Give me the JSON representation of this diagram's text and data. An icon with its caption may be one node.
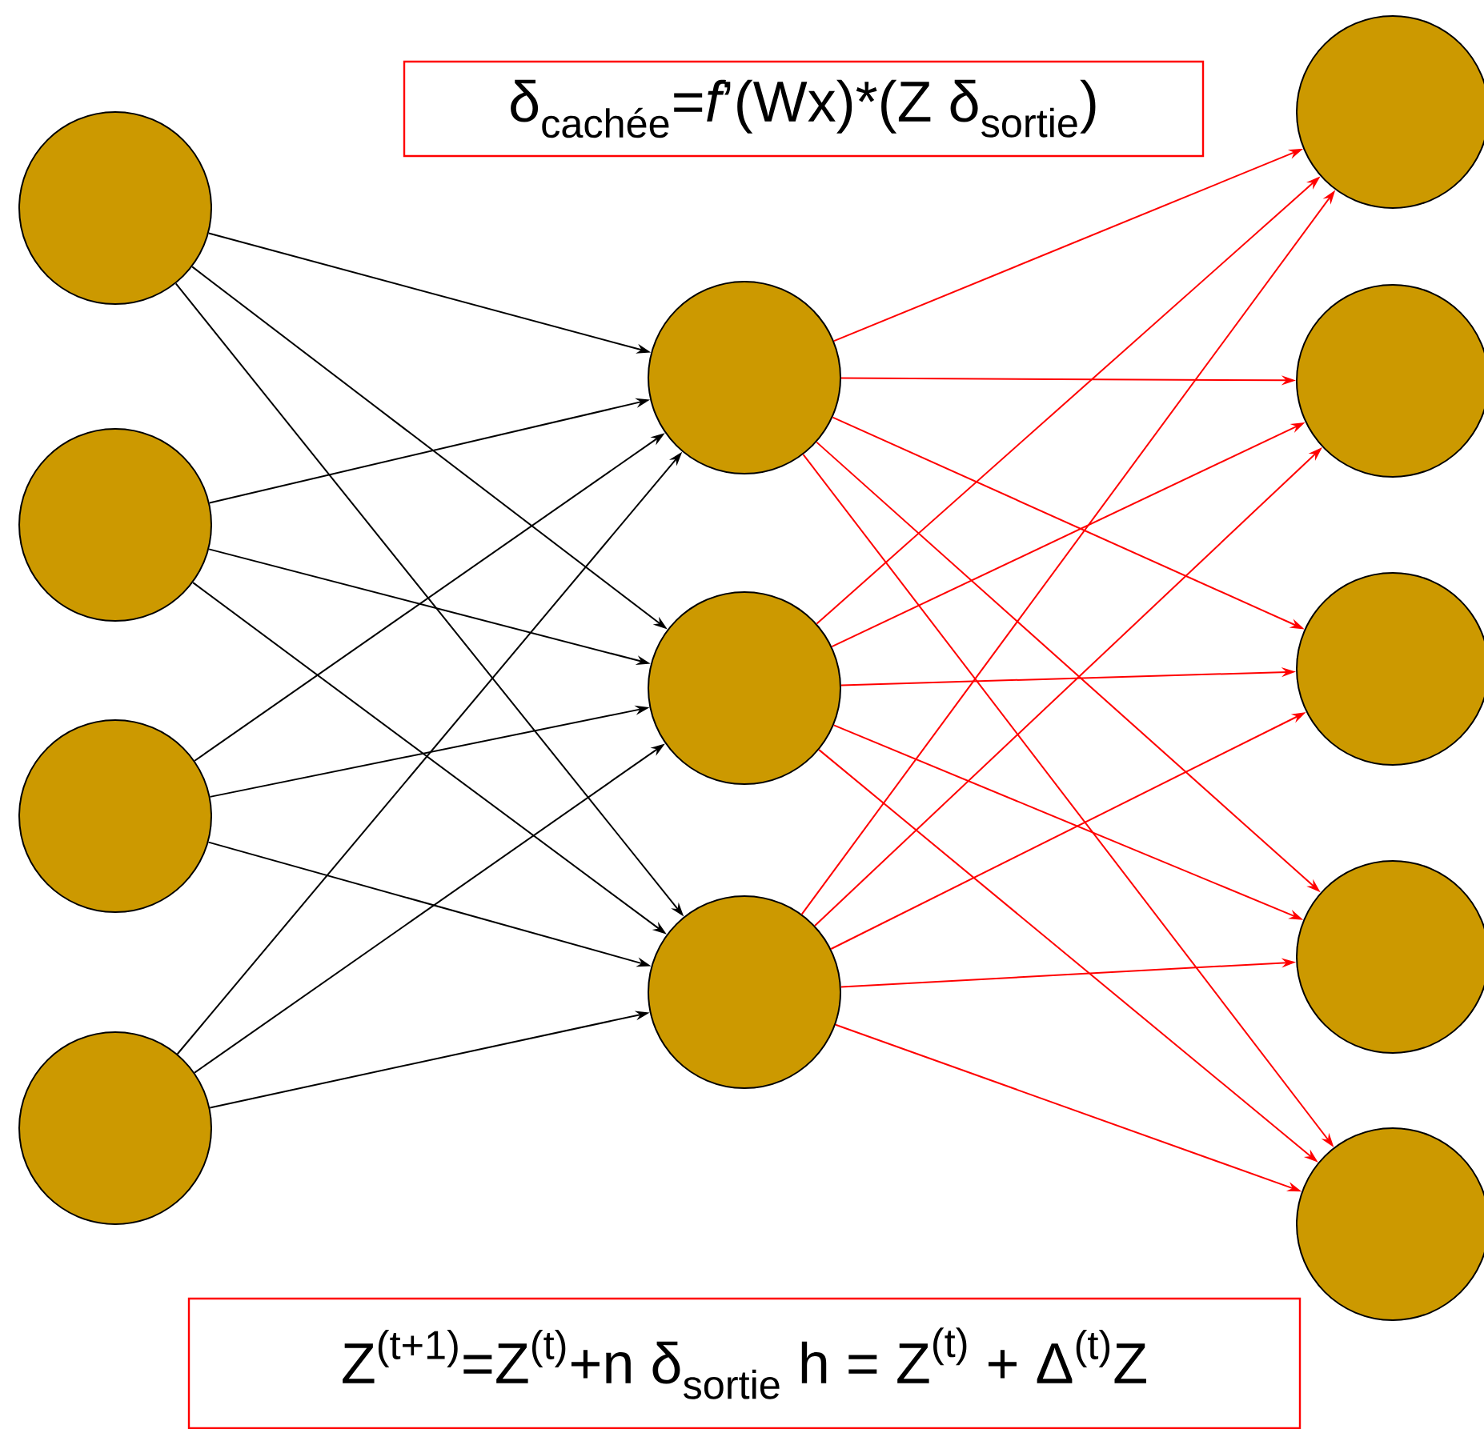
{
  "diagram": {
    "nodes": [
      {
        "text": [],
        "shape": "circle"
      },
      {
        "text": [],
        "shape": "circle"
      },
      {
        "text": [],
        "shape": "circle"
      },
      {
        "text": [],
        "shape": "circle"
      },
      {
        "text": [],
        "shape": "circle"
      },
      {
        "text": [],
        "shape": "circle"
      },
      {
        "text": [],
        "shape": "circle"
      },
      {
        "text": [],
        "shape": "circle"
      },
      {
        "text": [],
        "shape": "circle"
      },
      {
        "text": [],
        "shape": "circle"
      },
      {
        "text": [],
        "shape": "circle"
      },
      {
        "text": [],
        "shape": "circle"
      },
      {
        "text": [
          "\\text{δ}_{\\text{cachée}}\\text{=}\\textit{f}\\text{’(Wx)*(Z δ}_{\\text{sortie}}\\text{)}"
        ]
      },
      {
        "text": [
          "\\text{Z}^{\\text{(t+1)}}\\text{=Z}^{\\text{(t)}}\\text{+n δ}_{\\text{sortie}}\\text{ h = Z}^{\\text{(t)}}\\text{ + Δ}^{\\text{(t)}}\\text{Z}"
        ]
      }
    ],
    "edges": [
      {
        "from": 0,
        "to": 4,
        "arrow": "to",
        "color": "#000000"
      },
      {
        "from": 0,
        "to": 5,
        "arrow": "to",
        "color": "#000000"
      },
      {
        "from": 0,
        "to": 6,
        "arrow": "to",
        "color": "#000000"
      },
      {
        "from": 1,
        "to": 4,
        "arrow": "to",
        "color": "#000000"
      },
      {
        "from": 1,
        "to": 5,
        "arrow": "to",
        "color": "#000000"
      },
      {
        "from": 1,
        "to": 6,
        "arrow": "to",
        "color": "#000000"
      },
      {
        "from": 2,
        "to": 4,
        "arrow": "to",
        "color": "#000000"
      },
      {
        "from": 2,
        "to": 5,
        "arrow": "to",
        "color": "#000000"
      },
      {
        "from": 2,
        "to": 6,
        "arrow": "to",
        "color": "#000000"
      },
      {
        "from": 3,
        "to": 4,
        "arrow": "to",
        "color": "#000000"
      },
      {
        "from": 3,
        "to": 5,
        "arrow": "to",
        "color": "#000000"
      },
      {
        "from": 3,
        "to": 6,
        "arrow": "to",
        "color": "#000000"
      },
      {
        "from": 4,
        "to": 7,
        "arrow": "to"
      },
      {
        "from": 4,
        "to": 8,
        "arrow": "to"
      },
      {
        "from": 4,
        "to": 9,
        "arrow": "to"
      },
      {
        "from": 4,
        "to": 10,
        "arrow": "to"
      },
      {
        "from": 4,
        "to": 11,
        "arrow": "to"
      },
      {
        "from": 5,
        "to": 7,
        "arrow": "to"
      },
      {
        "from": 5,
        "to": 8,
        "arrow": "to"
      },
      {
        "from": 5,
        "to": 9,
        "arrow": "to"
      },
      {
        "from": 5,
        "to": 10,
        "arrow": "to"
      },
      {
        "from": 5,
        "to": 11,
        "arrow": "to"
      },
      {
        "from": 6,
        "to": 7,
        "arrow": "to"
      },
      {
        "from": 6,
        "to": 8,
        "arrow": "to"
      },
      {
        "from": 6,
        "to": 9,
        "arrow": "to"
      },
      {
        "from": 6,
        "to": 10,
        "arrow": "to"
      },
      {
        "from": 6,
        "to": 11,
        "arrow": "to"
      }
    ]
  }
}
